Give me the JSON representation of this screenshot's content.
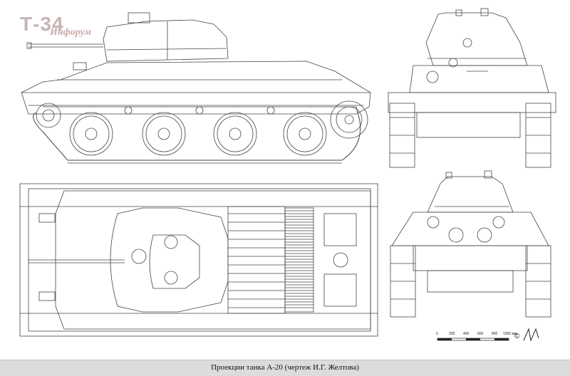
{
  "logo": {
    "title": "Т-34",
    "subtitle": "Инфорум"
  },
  "scale_bar": {
    "ticks": [
      "0",
      "200",
      "400",
      "600",
      "800",
      "1000 мм"
    ]
  },
  "signature": {
    "copyright": "©"
  },
  "caption": "Проекции танка А-20 (чертеж И.Г. Желтова)",
  "colors": {
    "line": "#444444",
    "caption_bg": "#dcdcdc",
    "logo": "#c8b4b4"
  }
}
